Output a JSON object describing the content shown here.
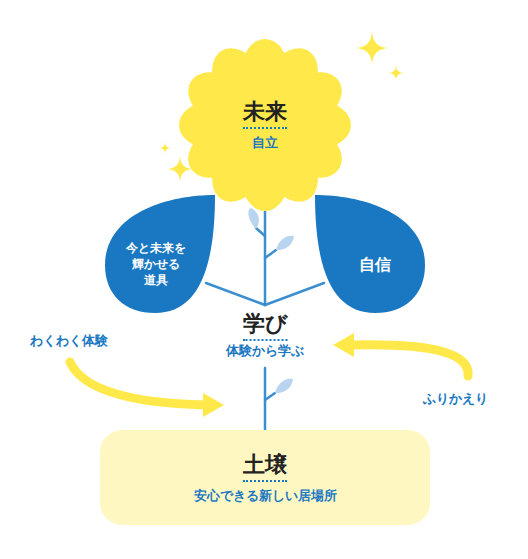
{
  "diagram": {
    "nodes": [
      {
        "text": [
          "未来",
          "自立"
        ]
      },
      {
        "text": [
          "今と未来を 輝かせる 道具"
        ]
      },
      {
        "text": [
          "自信"
        ]
      },
      {
        "text": [
          "土壌",
          "安心できる新しい居場所"
        ]
      }
    ],
    "labels": [
      "学び",
      "体験から学ぶ",
      "わくわく体験",
      "ふりかえり"
    ]
  }
}
